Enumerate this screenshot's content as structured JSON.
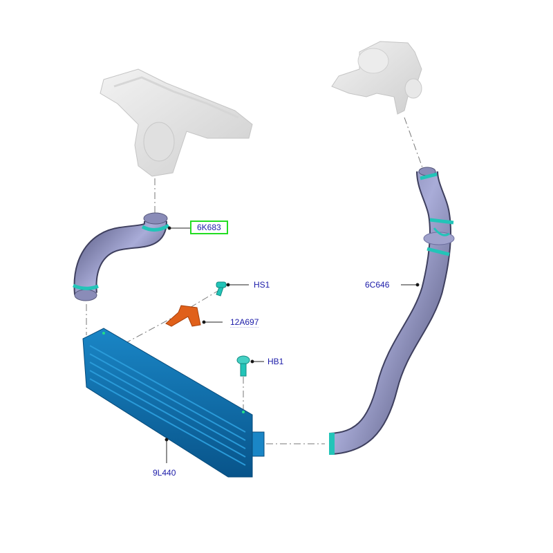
{
  "diagram": {
    "type": "exploded-parts-diagram",
    "colors": {
      "label_text": "#1a1aa8",
      "highlight_box": "#22dd22",
      "hose": "#7a7ca8",
      "clamp": "#22c4b8",
      "intercooler": "#0d6aa8",
      "sensor": "#e0601a",
      "ghost_part": "#e4e4e4"
    },
    "parts": [
      {
        "id": "6K683",
        "label": "6K683",
        "description": "intercooler inlet hose (S-shaped)",
        "highlighted": true
      },
      {
        "id": "HS1",
        "label": "HS1",
        "description": "bolt / screw"
      },
      {
        "id": "12A697",
        "label": "12A697",
        "description": "sensor (orange)"
      },
      {
        "id": "HB1",
        "label": "HB1",
        "description": "bolt"
      },
      {
        "id": "6C646",
        "label": "6C646",
        "description": "long charge air hose with clamps"
      },
      {
        "id": "9L440",
        "label": "9L440",
        "description": "intercooler (charge air cooler)"
      }
    ],
    "ghost_parts": [
      {
        "name": "exhaust-manifold",
        "description": "reference part (greyed)"
      },
      {
        "name": "turbocharger",
        "description": "reference part (greyed)"
      }
    ]
  }
}
